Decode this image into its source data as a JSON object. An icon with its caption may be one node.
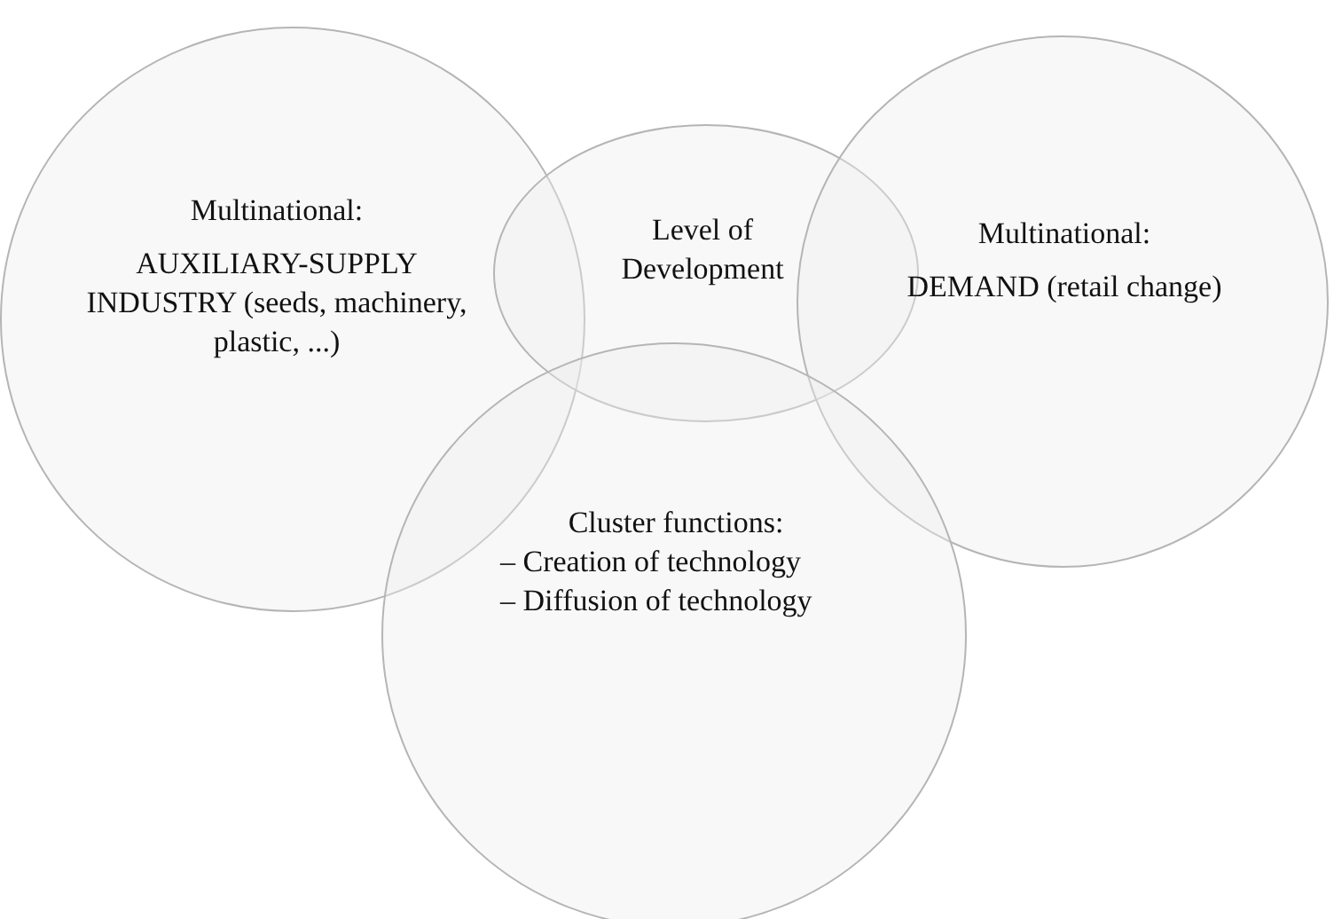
{
  "diagram": {
    "nodes": [
      {
        "text": [
          "Multinational:",
          "AUXILIARY-SUPPLY INDUSTRY (seeds, machinery, plastic, ...)"
        ]
      },
      {
        "text": [
          "Level of Development"
        ]
      },
      {
        "text": [
          "Multinational:",
          "DEMAND (retail change)"
        ]
      },
      {
        "text": [
          "Cluster functions:",
          "– Creation of technology",
          "– Diffusion of technology"
        ]
      }
    ]
  }
}
